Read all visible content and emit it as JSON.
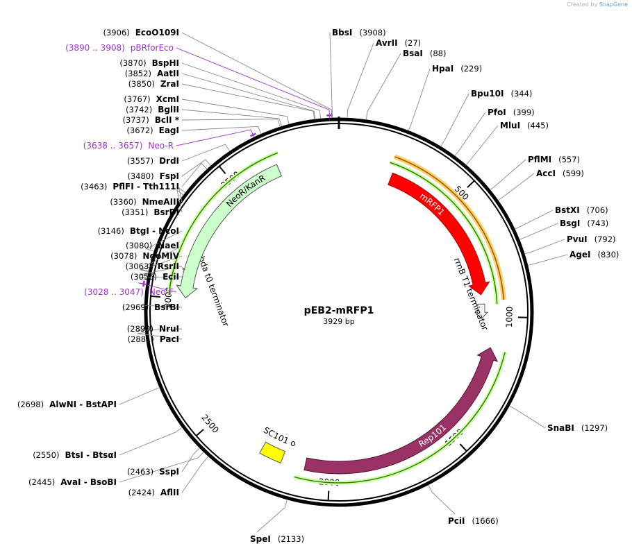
{
  "credit": {
    "prefix": "Created by",
    "brand": "SnapGene"
  },
  "plasmid": {
    "name": "pEB2-mRFP1",
    "length_label": "3929 bp",
    "total_bp": 3929
  },
  "ticks": [
    {
      "bp": 500,
      "label": "500"
    },
    {
      "bp": 1000,
      "label": "1000"
    },
    {
      "bp": 1500,
      "label": "1500"
    },
    {
      "bp": 2000,
      "label": "2000"
    },
    {
      "bp": 2500,
      "label": "2500"
    },
    {
      "bp": 3000,
      "label": "3000"
    },
    {
      "bp": 3500,
      "label": "3500"
    }
  ],
  "features": [
    {
      "name": "mRFP1",
      "type": "cds",
      "start": 230,
      "end": 906,
      "color": "#ff0000",
      "label": "mRFP1",
      "label_color": "#ffffff"
    },
    {
      "name": "rrnB T1 terminator",
      "type": "terminator",
      "start": 955,
      "end": 1000,
      "label": "rrnB T1 terminator"
    },
    {
      "name": "Rep101",
      "type": "cds",
      "start": 1126,
      "end": 2100,
      "color": "#993366",
      "label": "Rep101",
      "label_color": "#ffffff"
    },
    {
      "name": "pSC101 ori",
      "type": "rep_origin",
      "start": 2195,
      "end": 2285,
      "color": "#ffff00",
      "label": "pSC101 ori"
    },
    {
      "name": "lambda t0 terminator",
      "type": "terminator",
      "start": 3100,
      "end": 3150,
      "label": "lambda t0 terminator"
    },
    {
      "name": "NeoR/KanR",
      "type": "cds",
      "start": 3180,
      "end": 3700,
      "color": "#ccffcc",
      "label": "NeoR/KanR"
    }
  ],
  "primers": [
    {
      "label": "(3890 .. 3908)",
      "name": "pBRforEco",
      "start": 3890,
      "end": 3908
    },
    {
      "label": "(3638 .. 3657)",
      "name": "Neo-R",
      "start": 3638,
      "end": 3657
    },
    {
      "label": "(3028 .. 3047)",
      "name": "Neo-F",
      "start": 3028,
      "end": 3047
    }
  ],
  "sites": [
    {
      "name": "EcoO109I",
      "pos": "(3906)",
      "bp": 3906
    },
    {
      "name": "BbsI",
      "pos": "(3908)",
      "bp": 3908
    },
    {
      "name": "AvrII",
      "pos": "(27)",
      "bp": 27
    },
    {
      "name": "BsaI",
      "pos": "(88)",
      "bp": 88
    },
    {
      "name": "HpaI",
      "pos": "(229)",
      "bp": 229
    },
    {
      "name": "Bpu10I",
      "pos": "(344)",
      "bp": 344
    },
    {
      "name": "PfoI",
      "pos": "(399)",
      "bp": 399
    },
    {
      "name": "MluI",
      "pos": "(445)",
      "bp": 445
    },
    {
      "name": "PflMI",
      "pos": "(557)",
      "bp": 557
    },
    {
      "name": "AccI",
      "pos": "(599)",
      "bp": 599
    },
    {
      "name": "BstXI",
      "pos": "(706)",
      "bp": 706
    },
    {
      "name": "BsgI",
      "pos": "(743)",
      "bp": 743
    },
    {
      "name": "PvuI",
      "pos": "(792)",
      "bp": 792
    },
    {
      "name": "AgeI",
      "pos": "(830)",
      "bp": 830
    },
    {
      "name": "SnaBI",
      "pos": "(1297)",
      "bp": 1297
    },
    {
      "name": "PciI",
      "pos": "(1666)",
      "bp": 1666
    },
    {
      "name": "SpeI",
      "pos": "(2133)",
      "bp": 2133
    },
    {
      "name": "AflII",
      "pos": "(2424)",
      "bp": 2424
    },
    {
      "name": "AvaI - BsoBI",
      "pos": "(2445)",
      "bp": 2445
    },
    {
      "name": "SspI",
      "pos": "(2463)",
      "bp": 2463
    },
    {
      "name": "BtsI - BtsαI",
      "pos": "(2550)",
      "bp": 2550
    },
    {
      "name": "AlwNI - BstAPI",
      "pos": "(2698)",
      "bp": 2698
    },
    {
      "name": "PacI",
      "pos": "(2881)",
      "bp": 2881
    },
    {
      "name": "NruI",
      "pos": "(2890)",
      "bp": 2890
    },
    {
      "name": "BsrBI",
      "pos": "(2969)",
      "bp": 2969
    },
    {
      "name": "EciI",
      "pos": "(3055)",
      "bp": 3055
    },
    {
      "name": "RsrII",
      "pos": "(3063)",
      "bp": 3063
    },
    {
      "name": "NgoMIV",
      "pos": "(3078)",
      "bp": 3078
    },
    {
      "name": "NaeI",
      "pos": "(3080)",
      "bp": 3080
    },
    {
      "name": "BtgI - NcoI",
      "pos": "(3146)",
      "bp": 3146
    },
    {
      "name": "BsrDI",
      "pos": "(3351)",
      "bp": 3351
    },
    {
      "name": "NmeAIII",
      "pos": "(3360)",
      "bp": 3360
    },
    {
      "name": "PflFI - Tth111I",
      "pos": "(3463)",
      "bp": 3463
    },
    {
      "name": "FspI",
      "pos": "(3480)",
      "bp": 3480
    },
    {
      "name": "DrdI",
      "pos": "(3557)",
      "bp": 3557
    },
    {
      "name": "EagI",
      "pos": "(3672)",
      "bp": 3672
    },
    {
      "name": "BclI *",
      "pos": "(3737)",
      "bp": 3737
    },
    {
      "name": "BglII",
      "pos": "(3742)",
      "bp": 3742
    },
    {
      "name": "XcmI",
      "pos": "(3767)",
      "bp": 3767
    },
    {
      "name": "ZraI",
      "pos": "(3850)",
      "bp": 3850
    },
    {
      "name": "AatII",
      "pos": "(3852)",
      "bp": 3852
    },
    {
      "name": "BspHI",
      "pos": "(3870)",
      "bp": 3870
    }
  ]
}
